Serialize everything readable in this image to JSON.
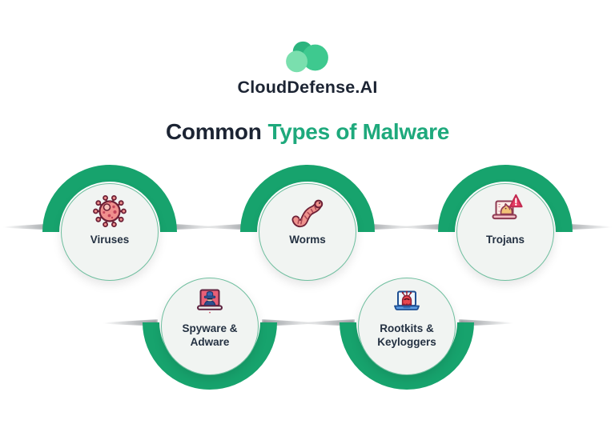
{
  "brand": {
    "name": "CloudDefense.AI",
    "logo_icon": "cloud-logo-icon"
  },
  "title": {
    "prefix": "Common",
    "highlight": "Types of Malware"
  },
  "badges": [
    {
      "line1": "Viruses",
      "line2": "",
      "icon": "virus-icon"
    },
    {
      "line1": "Worms",
      "line2": "",
      "icon": "worm-icon"
    },
    {
      "line1": "Trojans",
      "line2": "",
      "icon": "trojan-horse-alert-icon"
    },
    {
      "line1": "Spyware &",
      "line2": "Adware",
      "icon": "spyware-laptop-icon"
    },
    {
      "line1": "Rootkits &",
      "line2": "Keyloggers",
      "icon": "rootkit-ghost-laptop-icon"
    }
  ],
  "colors": {
    "green": "#17a36d",
    "green_text": "#1ea97c",
    "ink": "#1c2433",
    "label": "#243142",
    "circle_bg": "#f1f4f2",
    "circle_border": "#6fbf9f",
    "logo_back": "#2bb47e",
    "logo_main": "#3ec98f",
    "logo_front": "#7adfae"
  }
}
